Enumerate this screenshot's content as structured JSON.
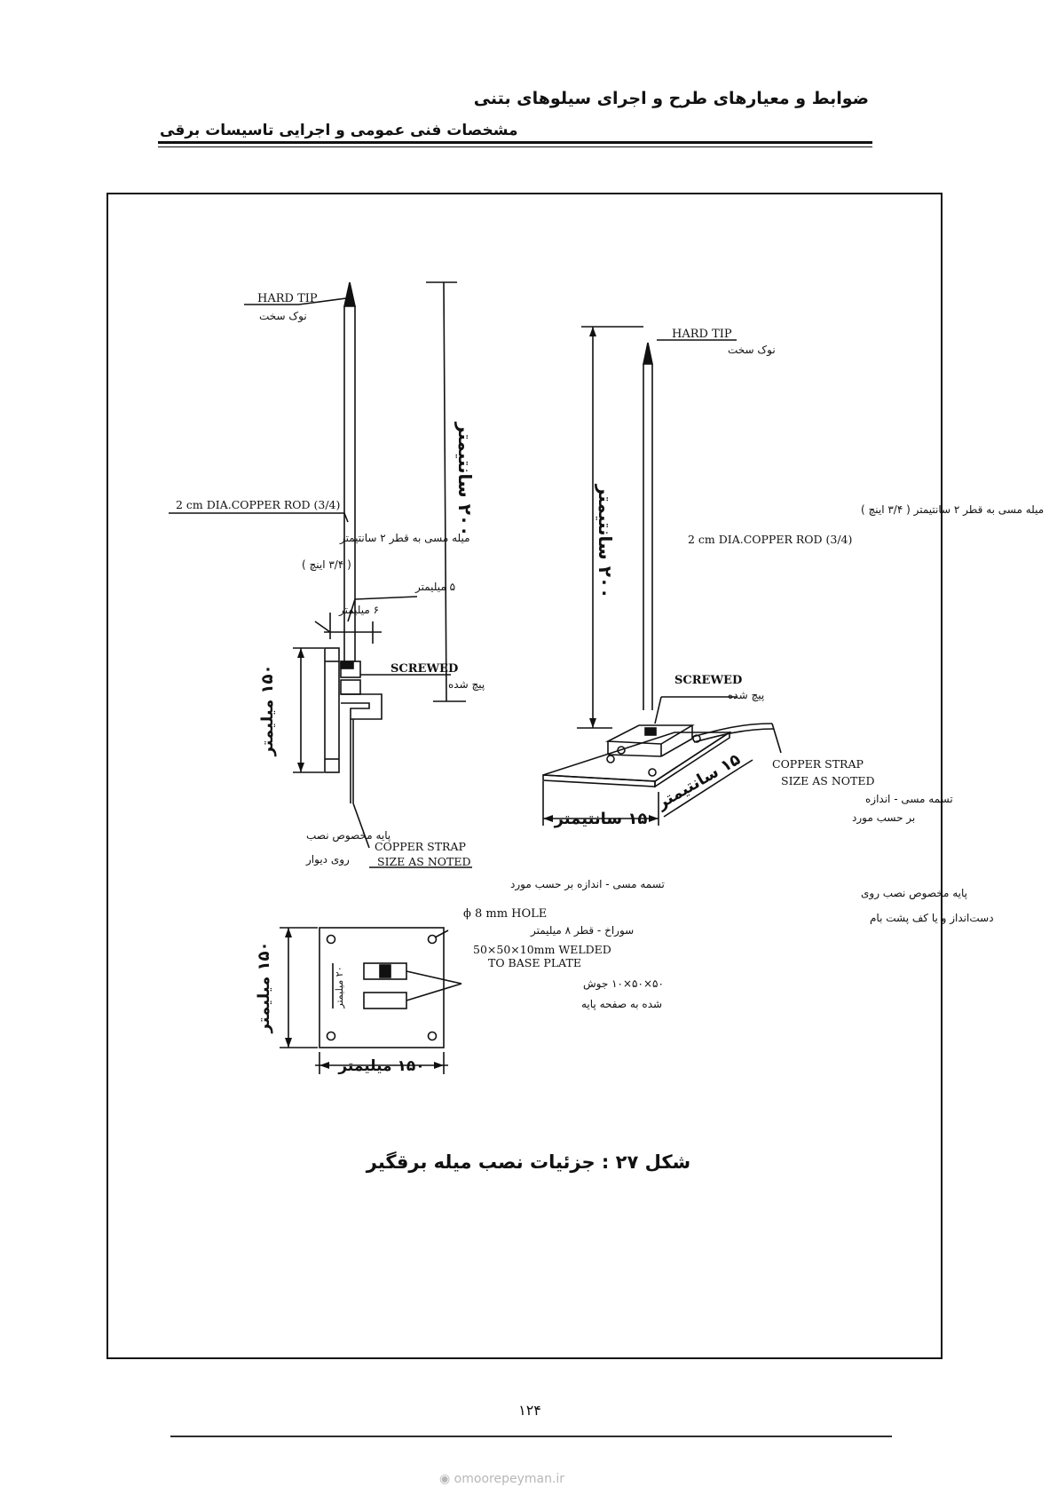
{
  "header": {
    "title_line1": "ضوابط و معیارهای طرح و اجرای سیلوهای بتنی",
    "title_line2": "مشخصات فنی عمومی و اجرایی تاسیسات برقی"
  },
  "figure": {
    "left_rod": {
      "hard_tip_en": "HARD TIP",
      "hard_tip_fa": "نوک سخت",
      "height_label": "۲۰۰ سانتیمتر",
      "rod_en": "2 cm DIA.COPPER ROD (3/4)",
      "rod_fa_line1": "میله مسی به قطر ۲ سانتیمتر",
      "rod_fa_line2": "( ۳/۴ اینچ )",
      "dim_5mm": "۵ میلیمتر",
      "dim_6mm": "۶ میلیمتر",
      "screwed_en": "SCREWED",
      "screwed_fa": "پیچ شده",
      "height_150": "۱۵۰ میلیمتر",
      "mount_fa_line1": "پایه مخصوص نصب",
      "mount_fa_line2": "روی دیوار",
      "strap_en_line1": "COPPER STRAP",
      "strap_en_line2": "SIZE AS NOTED",
      "strap_fa": "تسمه مسی - اندازه بر حسب مورد"
    },
    "right_rod": {
      "hard_tip_en": "HARD TIP",
      "hard_tip_fa": "نوک سخت",
      "height_label": "۲۰۰ سانتیمتر",
      "rod_fa": "میله مسی به قطر ۲ سانتیمتر ( ۳/۴ اینچ )",
      "rod_en": "2 cm DIA.COPPER ROD (3/4)",
      "screwed_en": "SCREWED",
      "screwed_fa": "پیچ شده",
      "width_label": "۱۵ سانتیمتر",
      "depth_label": "۱۵ سانتیمتر",
      "strap_en_line1": "COPPER STRAP",
      "strap_en_line2": "SIZE AS NOTED",
      "strap_fa_line1": "تسمه مسی - اندازه",
      "strap_fa_line2": "بر حسب مورد",
      "mount_fa_line1": "پایه مخصوص نصب روی",
      "mount_fa_line2": "دست‌انداز و یا کف پشت بام"
    },
    "base_plate": {
      "hole_en": "ϕ 8 mm HOLE",
      "hole_fa": "سوراخ - قطر ۸ میلیمتر",
      "welded_en_line1": "50×50×10mm WELDED",
      "welded_en_line2": "TO BASE PLATE",
      "welded_fa_line1": "۵۰×۵۰×۱۰ جوش",
      "welded_fa_line2": "شده به صفحه پایه",
      "height_label": "۱۵۰ میلیمتر",
      "inner_label": "۲۰ میلیمتر",
      "width_label": "۱۵۰ میلیمتر"
    },
    "caption": "شکل ۲۷ : جزئیات نصب میله برقگیر"
  },
  "footer": {
    "page_number": "۱۲۴",
    "watermark_url": "omoorepeyman.ir"
  }
}
